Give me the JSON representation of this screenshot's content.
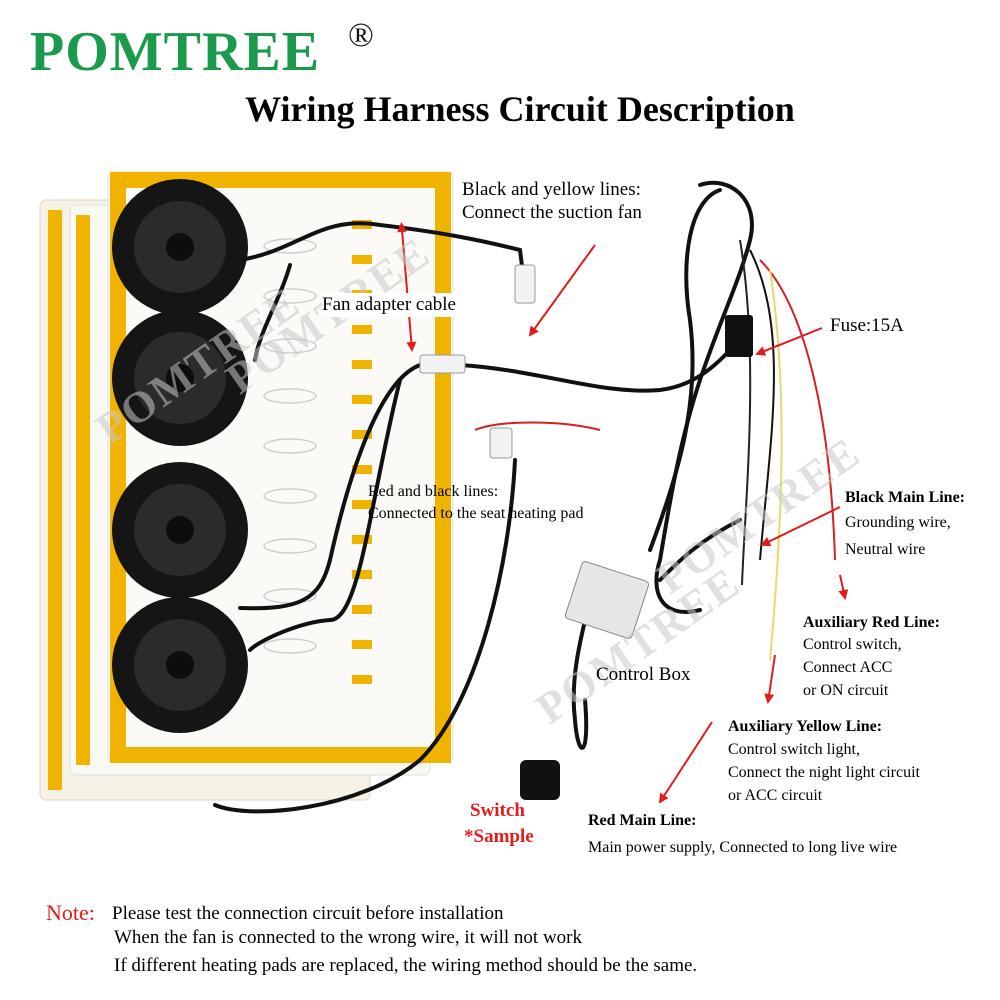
{
  "brand": {
    "name": "POMTREE",
    "mark": "®"
  },
  "title": "Wiring Harness Circuit Description",
  "watermark": "POMTREE",
  "labels": {
    "black_yellow_title": "Black and yellow lines:",
    "black_yellow_desc": "Connect the suction fan",
    "fan_adapter": "Fan adapter cable",
    "fuse": "Fuse:15A",
    "red_black_title": "Red and black lines:",
    "red_black_desc": "Connected to the seat heating pad",
    "black_main_title": "Black Main Line:",
    "black_main_desc1": "Grounding wire,",
    "black_main_desc2": "Neutral wire",
    "aux_red_title": "Auxiliary Red Line:",
    "aux_red_desc1": "Control switch,",
    "aux_red_desc2": "Connect ACC",
    "aux_red_desc3": "or ON circuit",
    "control_box": "Control Box",
    "aux_yellow_title": "Auxiliary Yellow Line:",
    "aux_yellow_desc1": "Control switch light,",
    "aux_yellow_desc2": "Connect the night light circuit",
    "aux_yellow_desc3": "or ACC circuit",
    "switch_line1": "Switch",
    "switch_line2": "*Sample",
    "red_main_title": "Red Main Line:",
    "red_main_desc": "Main power supply, Connected to long live wire"
  },
  "note": {
    "key": "Note:",
    "line1": "Please test the connection circuit before installation",
    "line2": "When the fan is connected to the wrong wire, it will not work",
    "line3": "If different heating pads are replaced, the wiring method should be the same."
  },
  "colors": {
    "brand": "#1a9a4a",
    "arrow": "#e21b1b",
    "pad_border": "#f0b400",
    "wire": "#111111",
    "red_wire": "#d42020",
    "yellow_wire": "#e8d870"
  }
}
